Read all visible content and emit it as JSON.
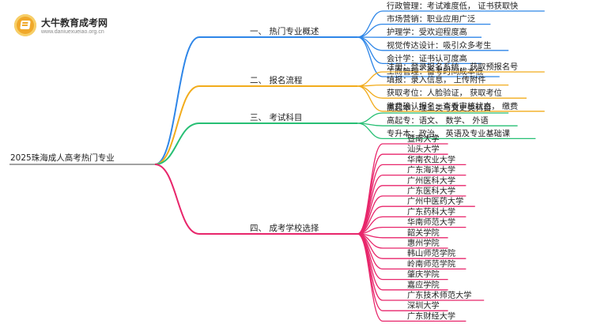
{
  "logo": {
    "title": "大牛教育成考网",
    "subtitle": "www.daniuexueiao.org.cn"
  },
  "root": "2025珠海成人高考热门专业",
  "branches": [
    {
      "label": "一、 热门专业概述",
      "color": "#2e86e8",
      "items": [
        "行政管理：考试难度低， 证书获取快",
        "市场营销：职业应用广泛",
        "护理学：受欢迎程度高",
        "视觉传达设计：吸引众多考生",
        "会计学：证书认可度高",
        "工商管理：备考时间成本低"
      ]
    },
    {
      "label": "二、 报名流程",
      "color": "#f2ac1c",
      "items": [
        "注册：登录报名系统， 获取预报名号",
        "填报：录入信息， 上传附件",
        "获取考位：人脸验证， 获取考位",
        "缴费确认报名：查看审核状态， 缴费"
      ]
    },
    {
      "label": "三、 考试科目",
      "color": "#27bf74",
      "items": [
        "高起本：理工类与文史类科目",
        "高起专：语文、 数学、 外语",
        "专升本：政治、 英语及专业基础课"
      ]
    },
    {
      "label": "四、 成考学校选择",
      "color": "#e8266b",
      "items": [
        "暨南大学",
        "汕头大学",
        "华南农业大学",
        "广东海洋大学",
        "广州医科大学",
        "广东医科大学",
        "广州中医药大学",
        "广东药科大学",
        "华南师范大学",
        "韶关学院",
        "惠州学院",
        "韩山师范学院",
        "岭南师范学院",
        "肇庆学院",
        "嘉应学院",
        "广东技术师范大学",
        "深圳大学",
        "广东财经大学"
      ]
    }
  ]
}
